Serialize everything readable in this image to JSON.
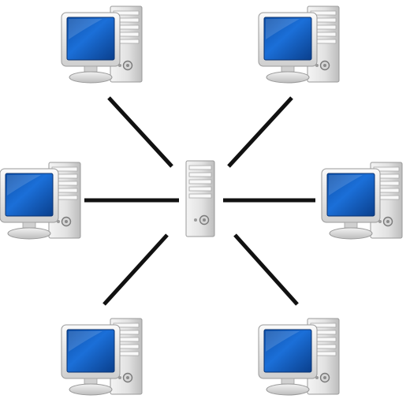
{
  "diagram": {
    "type": "star-network-topology",
    "hub": {
      "icon": "server-tower-icon"
    },
    "nodes": [
      {
        "id": "workstation-top-left",
        "icon": "desktop-computer-icon"
      },
      {
        "id": "workstation-top-right",
        "icon": "desktop-computer-icon"
      },
      {
        "id": "workstation-middle-left",
        "icon": "desktop-computer-icon"
      },
      {
        "id": "workstation-middle-right",
        "icon": "desktop-computer-icon"
      },
      {
        "id": "workstation-bottom-left",
        "icon": "desktop-computer-icon"
      },
      {
        "id": "workstation-bottom-right",
        "icon": "desktop-computer-icon"
      }
    ],
    "colors": {
      "screen": "#1b6fd8",
      "link": "#111111",
      "case": "#e4e4e4",
      "background": "#ffffff"
    }
  }
}
